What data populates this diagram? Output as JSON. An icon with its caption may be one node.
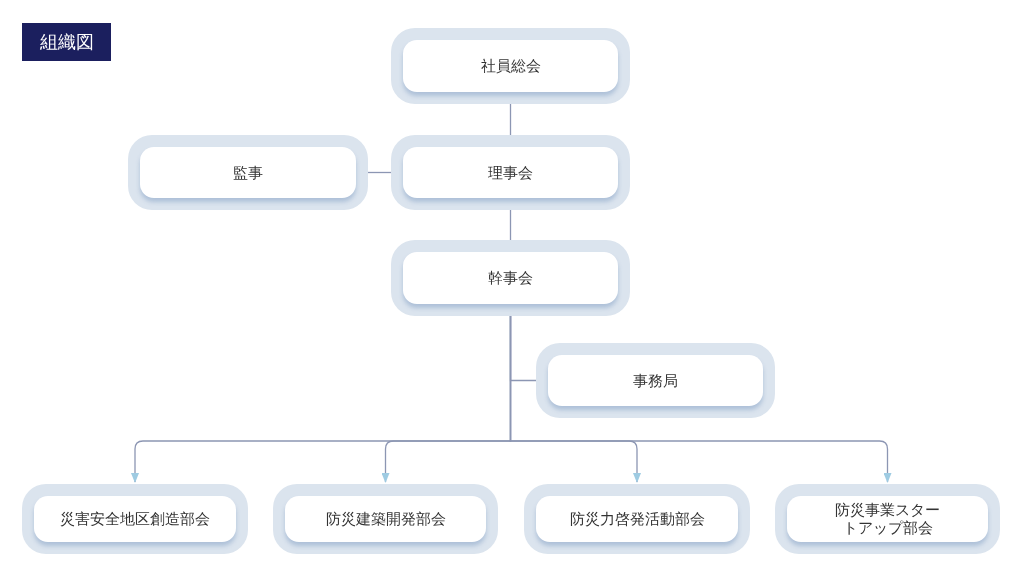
{
  "diagram": {
    "title": "組織図",
    "nodes": [
      {
        "text": [
          "社員総会"
        ]
      },
      {
        "text": [
          "監事"
        ]
      },
      {
        "text": [
          "理事会"
        ]
      },
      {
        "text": [
          "幹事会"
        ]
      },
      {
        "text": [
          "事務局"
        ]
      },
      {
        "text": [
          "災害安全地区創造部会"
        ]
      },
      {
        "text": [
          "防災建築開発部会"
        ]
      },
      {
        "text": [
          "防災力啓発活動部会"
        ]
      },
      {
        "text": [
          "防災事業スタートアップ部会"
        ]
      }
    ],
    "edges": [
      {
        "from": 0,
        "to": 2,
        "arrow": "none"
      },
      {
        "from": 1,
        "to": 2,
        "arrow": "none"
      },
      {
        "from": 2,
        "to": 3,
        "arrow": "none"
      },
      {
        "from": 3,
        "to": 4,
        "arrow": "none"
      },
      {
        "from": 3,
        "to": 5,
        "arrow": "to"
      },
      {
        "from": 3,
        "to": 6,
        "arrow": "to"
      },
      {
        "from": 3,
        "to": 7,
        "arrow": "to"
      },
      {
        "from": 3,
        "to": 8,
        "arrow": "to"
      }
    ]
  }
}
